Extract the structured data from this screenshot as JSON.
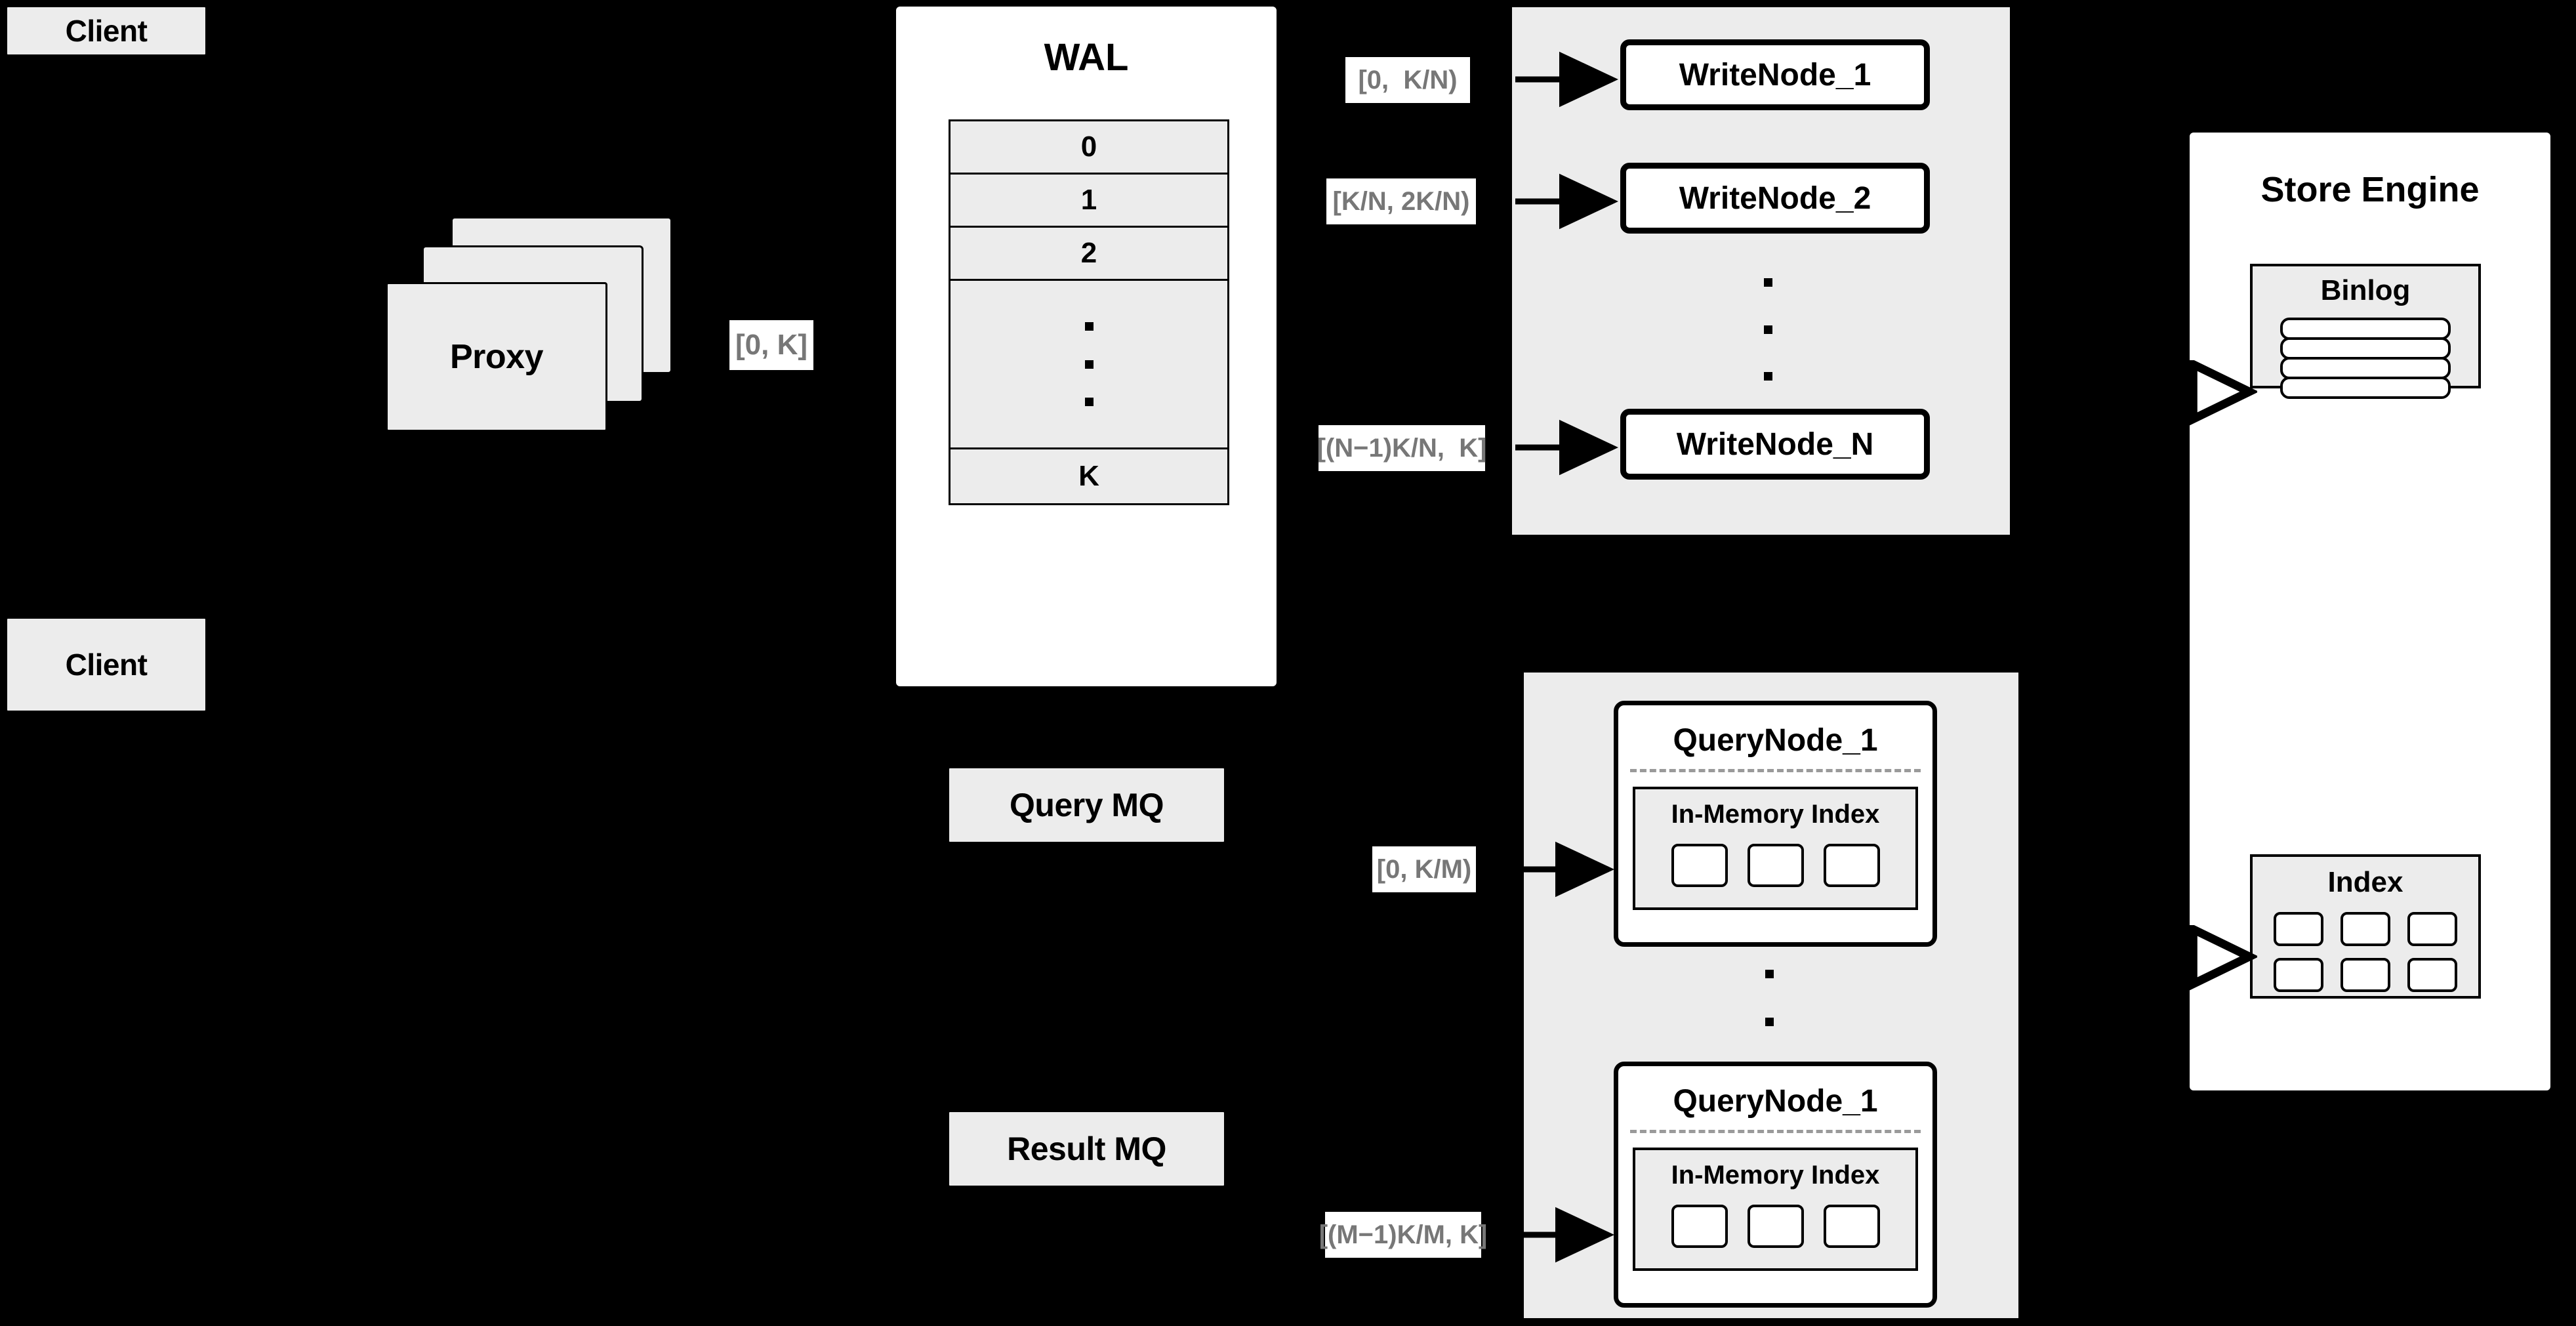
{
  "diagram": {
    "title": "Distributed Write/Query Architecture",
    "background_color": "#000000",
    "panel_color": "#ececec",
    "box_color": "#ffffff",
    "label_text_color": "#777777",
    "stroke_color": "#000000"
  },
  "clients": [
    {
      "label": "Client"
    },
    {
      "label": "Client"
    }
  ],
  "proxy": {
    "label": "Proxy",
    "stack_count": 3,
    "range_label": "[0, K]"
  },
  "wal": {
    "title": "WAL",
    "cells": [
      {
        "label": "0"
      },
      {
        "label": "1"
      },
      {
        "label": "2"
      },
      {
        "label": "",
        "ellipsis": true
      },
      {
        "label": "K"
      }
    ]
  },
  "write_cluster": {
    "nodes": [
      {
        "label": "WriteNode_1",
        "range_label": "[0,  K/N)"
      },
      {
        "label": "WriteNode_2",
        "range_label": "[K/N, 2K/N)"
      },
      {
        "label": "WriteNode_N",
        "range_label": "[(N−1)K/N,  K]"
      }
    ],
    "ellipsis": true
  },
  "query_mq": {
    "label": "Query MQ"
  },
  "result_mq": {
    "label": "Result MQ"
  },
  "query_cluster": {
    "nodes": [
      {
        "label": "QueryNode_1",
        "range_label": "[0, K/M)",
        "index": {
          "title": "In-Memory Index",
          "slot_count": 3
        }
      },
      {
        "label": "QueryNode_1",
        "range_label": "[(M−1)K/M, K]",
        "index": {
          "title": "In-Memory Index",
          "slot_count": 3
        }
      }
    ],
    "ellipsis": true
  },
  "store_engine": {
    "title": "Store Engine",
    "binlog": {
      "title": "Binlog",
      "bar_count": 4
    },
    "index": {
      "title": "Index",
      "slot_count": 6,
      "rows": 2,
      "cols": 3
    }
  }
}
